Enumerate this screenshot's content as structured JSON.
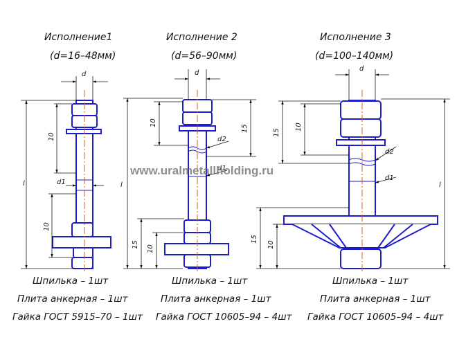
{
  "variants": [
    {
      "title": "Исполнение1",
      "range": "(d=16–48мм)",
      "parts": [
        "Шпилька – 1шт",
        "Плита анкерная – 1шт",
        "Гайка ГОСТ 5915–70 – 1шт"
      ]
    },
    {
      "title": "Исполнение 2",
      "range": "(d=56–90мм)",
      "parts": [
        "Шпилька – 1шт",
        "Плита анкерная – 1шт",
        "Гайка ГОСТ 10605–94 – 4шт"
      ]
    },
    {
      "title": "Исполнение 3",
      "range": "(d=100–140мм)",
      "parts": [
        "Шпилька – 1шт",
        "Плита анкерная – 1шт",
        "Гайка ГОСТ 10605–94 – 4шт"
      ]
    }
  ],
  "dims": {
    "d": "d",
    "d1": "d1",
    "d2": "d2",
    "l": "l",
    "ten": "10",
    "fifteen": "15"
  },
  "watermark": "www.uralmetallholding.ru",
  "colors": {
    "outline": "#1c1ccc",
    "axis": "#d0601c",
    "dimension": "#111111"
  }
}
